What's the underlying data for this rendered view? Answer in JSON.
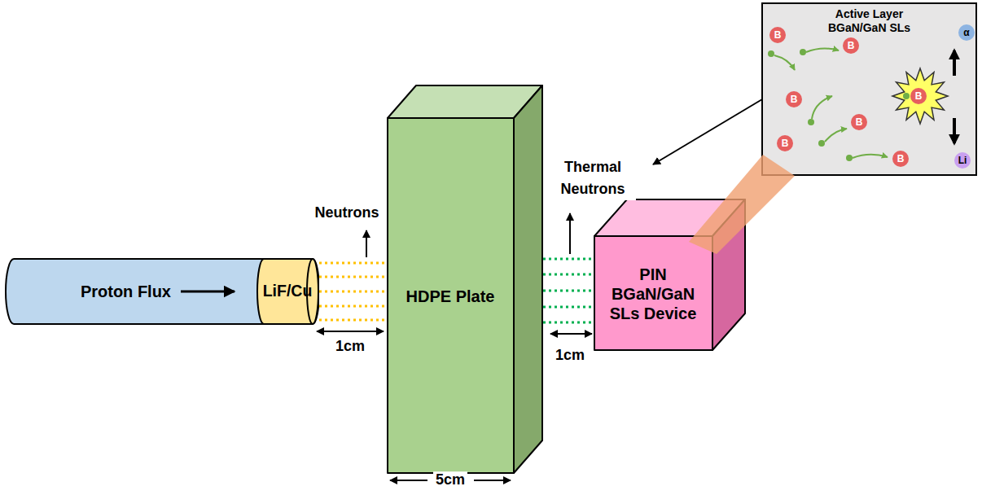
{
  "diagram": {
    "nodes": [
      {
        "text": [
          "Proton Flux"
        ]
      },
      {
        "text": [
          "LiF/Cu"
        ]
      },
      {
        "text": [
          "HDPE Plate"
        ]
      },
      {
        "text": [
          "PIN BGaN/GaN SLs Device"
        ]
      },
      {
        "text": [
          "Active Layer BGaN/GaN SLs"
        ]
      },
      {
        "text": [
          "B"
        ],
        "in": 4
      },
      {
        "text": [
          "B"
        ],
        "in": 4
      },
      {
        "text": [
          "α"
        ],
        "in": 4
      },
      {
        "text": [
          "B"
        ],
        "in": 4
      },
      {
        "text": [
          "B"
        ],
        "in": 4
      },
      {
        "text": [
          "B"
        ],
        "in": 4
      },
      {
        "text": [
          "B"
        ],
        "in": 4
      },
      {
        "text": [
          "B"
        ],
        "in": 4
      },
      {
        "text": [
          "Li"
        ],
        "in": 4
      }
    ],
    "edges": [
      {
        "from": 1,
        "to": 2,
        "arrow": "none"
      },
      {
        "from": 1,
        "to": 2,
        "arrow": "none"
      },
      {
        "from": 1,
        "to": 2,
        "arrow": "none"
      },
      {
        "from": 1,
        "to": 2,
        "arrow": "none"
      },
      {
        "from": 1,
        "to": 2,
        "arrow": "none"
      },
      {
        "from": 2,
        "to": 3,
        "arrow": "none"
      },
      {
        "from": 2,
        "to": 3,
        "arrow": "none"
      },
      {
        "from": 2,
        "to": 3,
        "arrow": "none"
      },
      {
        "from": 2,
        "to": 3,
        "arrow": "none"
      },
      {
        "from": 2,
        "to": 3,
        "arrow": "none"
      }
    ],
    "labels": [
      "Neutrons",
      "1cm",
      "5cm",
      "Thermal Neutrons",
      "1cm"
    ]
  }
}
